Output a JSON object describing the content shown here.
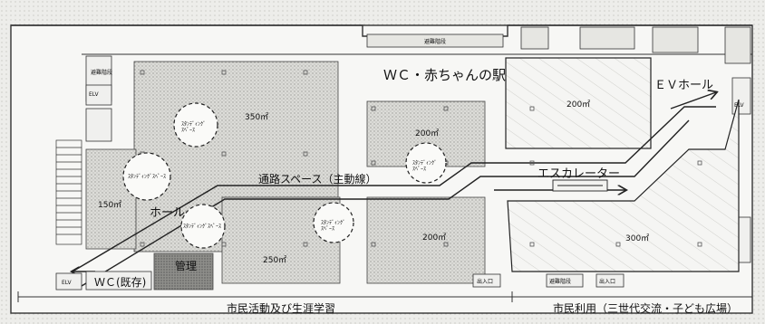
{
  "labels": {
    "wc_baby": "ＷＣ・赤ちゃんの駅",
    "ev_hall": "ＥＶホール",
    "escalator": "エスカレーター",
    "passage": "通路スペース（主動線）",
    "hall": "ホール",
    "management": "管理",
    "wc_existing": "ＷＣ(既存)",
    "bottom_left": "市民活動及び生涯学習",
    "bottom_right": "市民利用（三世代交流・子ども広場）"
  },
  "rooms": {
    "r1": "350㎡",
    "r2": "200㎡",
    "r3": "200㎡",
    "r4": "150㎡",
    "r5": "250㎡",
    "r6": "200㎡",
    "r7": "300㎡"
  },
  "circles": {
    "c1": "ｽﾀﾝﾃﾞｨﾝｸﾞ\nｽﾍﾟｰｽ",
    "c2": "ｽﾀﾝﾃﾞｨﾝｸﾞｽﾍﾟｰｽ",
    "c3": "ｽﾀﾝﾃﾞｨﾝｸﾞ\nｽﾍﾟｰｽ",
    "c4": "ｽﾀﾝﾃﾞｨﾝｸﾞｽﾍﾟｰｽ",
    "c5": "ｽﾀﾝﾃﾞｨﾝｸﾞ\nｽﾍﾟｰｽ"
  },
  "small_labels": {
    "elv_left": "ELV",
    "elv_right": "ELV",
    "elv_bottom": "ELV",
    "stairs_top": "避難階段",
    "stairs_bottom_left": "避難階段",
    "stairs_bottom_right": "避難階段",
    "entrance_left": "出入口",
    "entrance_right": "出入口"
  },
  "colors": {
    "background": "#f3f3f1",
    "stipple": "#b8b8b8",
    "line": "#222222",
    "management_fill": "#9b9b9b"
  }
}
